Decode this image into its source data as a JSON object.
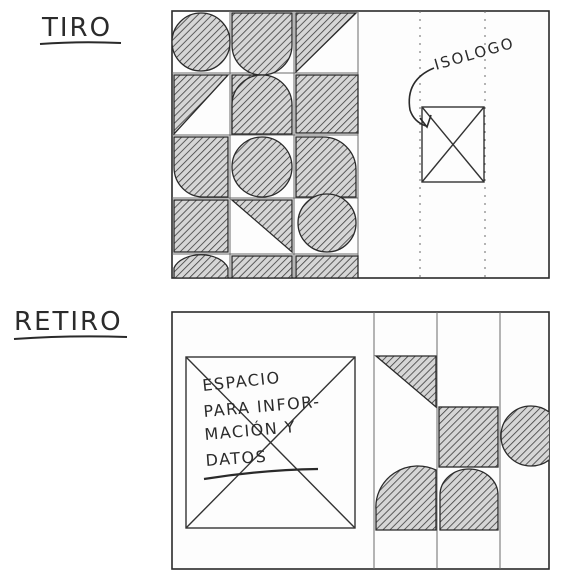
{
  "sketch": {
    "front": {
      "title": "TIRO",
      "logo_label": "ISOLOGO"
    },
    "back": {
      "title": "RETIRO",
      "info_box_lines": [
        "ESPACIO",
        "PARA INFOR-",
        "MACIÓN Y",
        "DATOS"
      ]
    }
  },
  "colors": {
    "ink": "#2a2a2a",
    "paper": "#ffffff",
    "hatch": "#4a4a4a"
  }
}
